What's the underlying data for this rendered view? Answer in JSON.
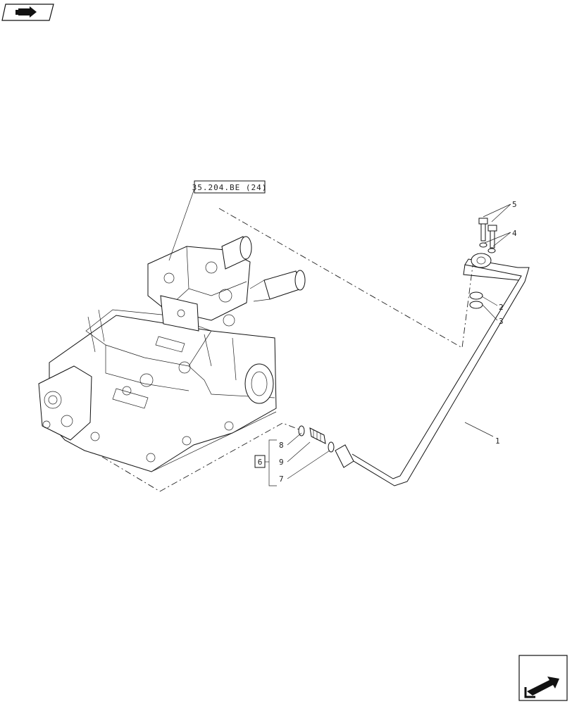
{
  "diagram": {
    "reference_label": "35.204.BE (24)",
    "kit_label": "6",
    "callouts": [
      "1",
      "2",
      "3",
      "4",
      "5",
      "7",
      "8",
      "9"
    ]
  },
  "icons": {
    "top_left": "book-arrow-icon",
    "bottom_right": "previous-page-arrow-icon"
  }
}
